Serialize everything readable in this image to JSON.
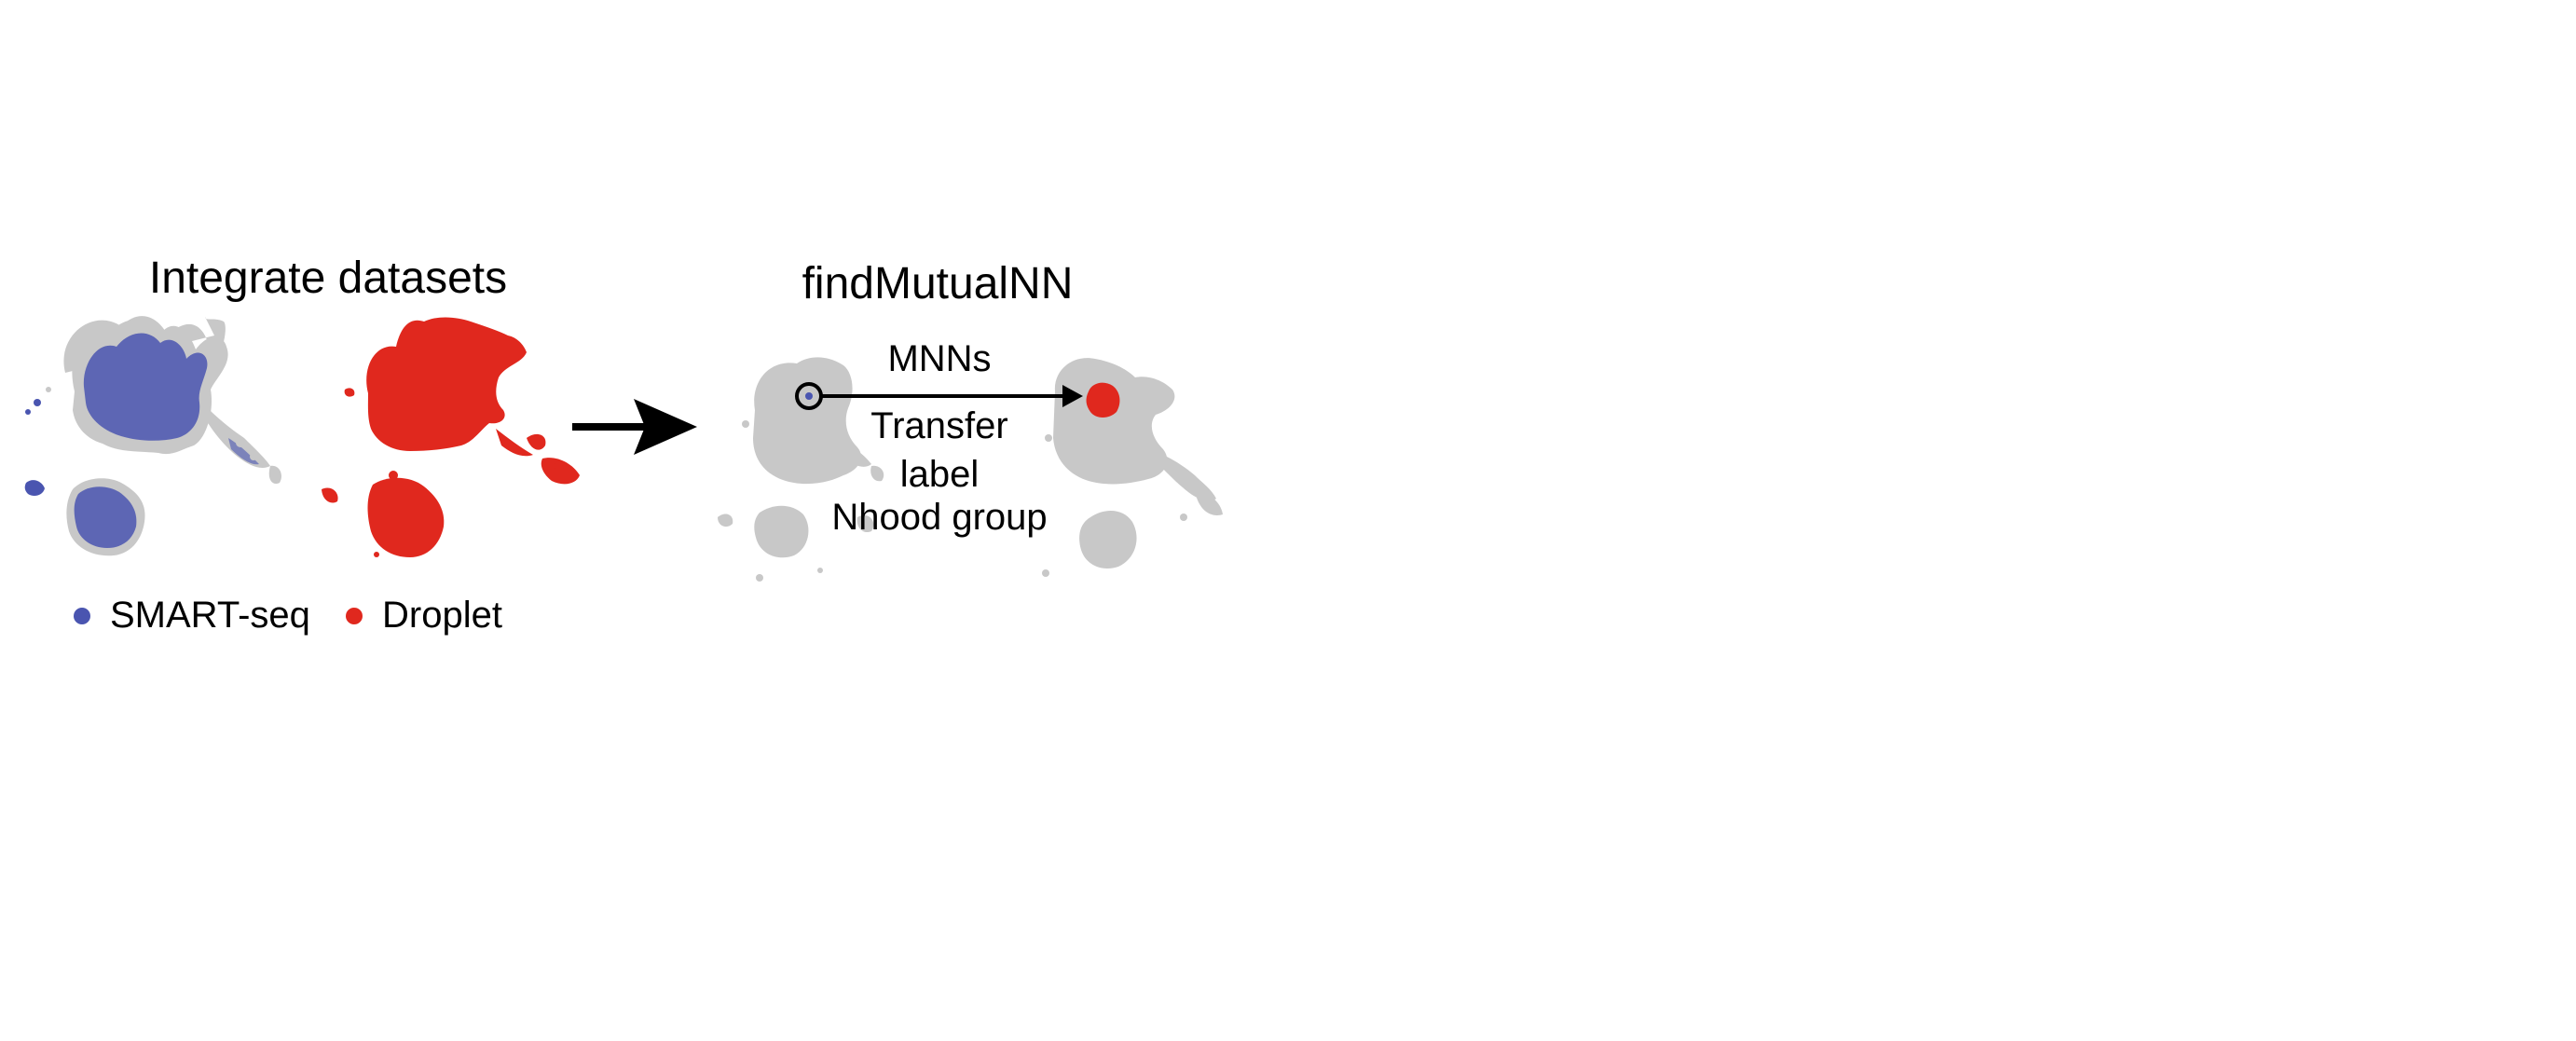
{
  "panel_left": {
    "title": "Integrate datasets",
    "legend": [
      {
        "label": "SMART-seq",
        "color": "#4a55b0"
      },
      {
        "label": "Droplet",
        "color": "#e0281e"
      }
    ]
  },
  "panel_right": {
    "title": "findMutualNN",
    "arrow_label": "MNNs",
    "caption_lines": [
      "Transfer",
      "label",
      "Nhood group"
    ]
  },
  "colors": {
    "background_cells": "#c8c8c8",
    "smartseq": "#4a55b0",
    "droplet": "#e0281e",
    "arrow": "#000000"
  },
  "icons": {
    "process_arrow": "right-arrow-icon",
    "selected_cell_marker": "circle-marker-icon"
  }
}
